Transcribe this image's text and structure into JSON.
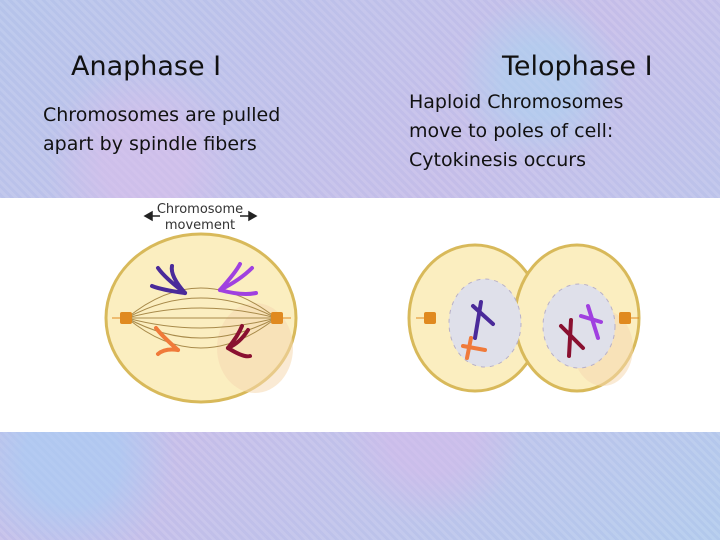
{
  "slide": {
    "left": {
      "title": "Anaphase I",
      "description": "Chromosomes are pulled apart by spindle fibers",
      "diagram_label_line1": "Chromosome",
      "diagram_label_line2": "movement"
    },
    "right": {
      "title": "Telophase I",
      "description": "Haploid Chromosomes move to poles of cell: Cytokinesis occurs"
    }
  },
  "colors": {
    "cell_fill": "#fbeec0",
    "cell_outline": "#d8b95a",
    "nucleus_fill": "#dfe0ea",
    "chromosome_purple_dark": "#4a2a9a",
    "chromosome_purple_light": "#a040e0",
    "chromosome_orange": "#f07a3a",
    "chromosome_maroon": "#8a1030"
  }
}
